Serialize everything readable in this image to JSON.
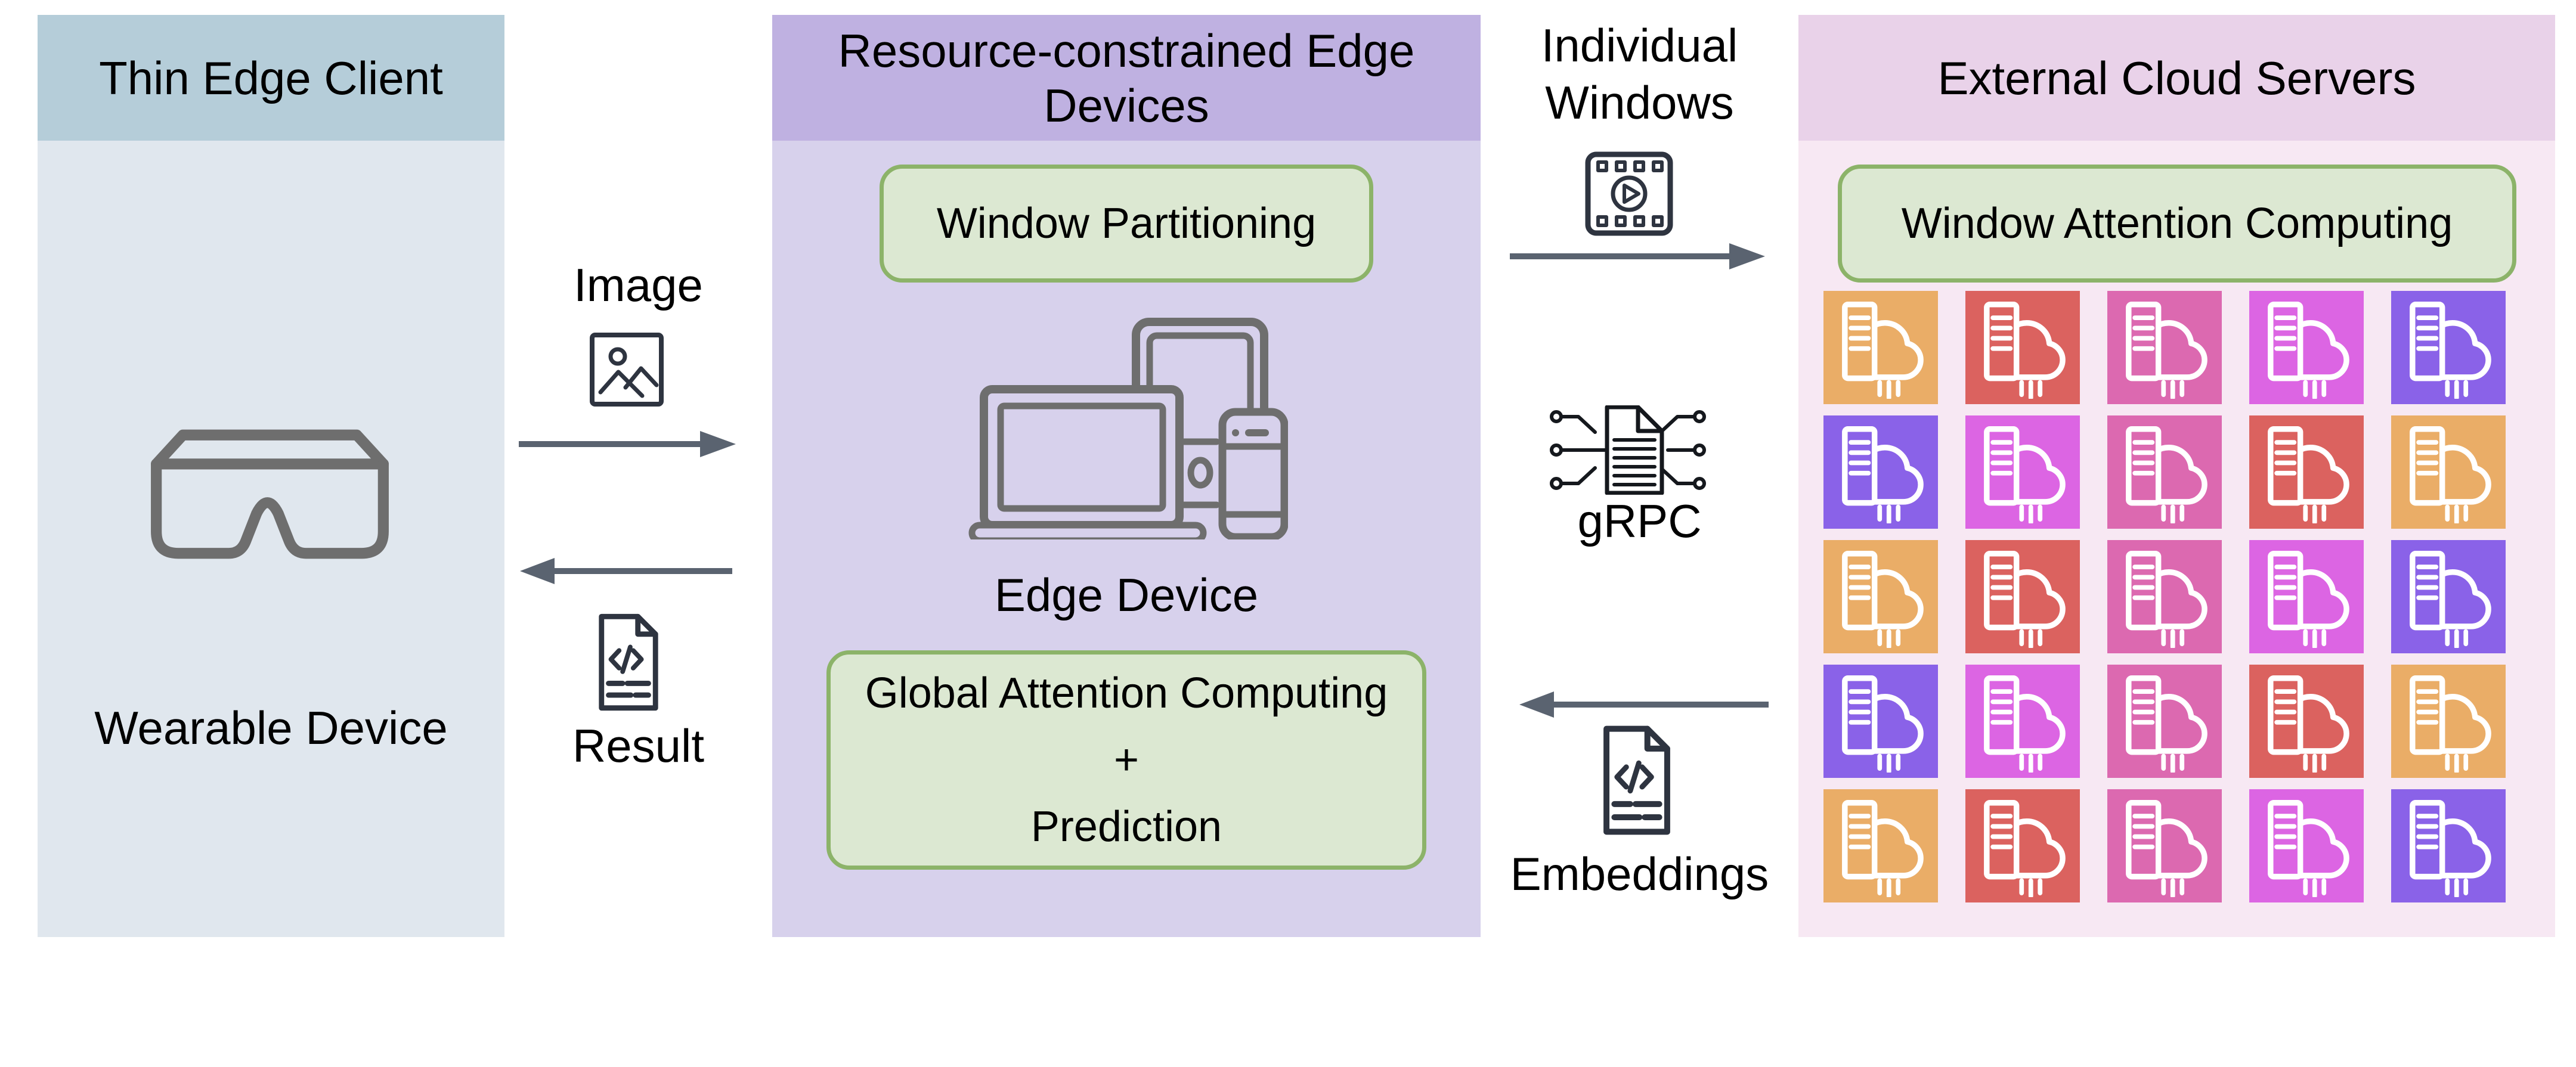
{
  "figure": {
    "panels": {
      "client": {
        "title": "Thin Edge Client",
        "device_label": "Wearable Device",
        "device_icon": "vr-goggles-icon",
        "header_color": "#b5cdd9",
        "body_color": "#e0e7ee"
      },
      "edge": {
        "title_lines": [
          "Resource-constrained Edge",
          "Devices"
        ],
        "partition_box_label": "Window Partitioning",
        "device_label": "Edge Device",
        "device_icon": "laptop-tablet-phone-icon",
        "global_box_lines": [
          "Global Attention Computing",
          "+",
          "Prediction"
        ],
        "header_color": "#bfb1e1",
        "body_color": "#d7d1ec"
      },
      "cloud": {
        "title": "External Cloud Servers",
        "attention_box_label": "Window Attention Computing",
        "server_icon": "cloud-server-icon",
        "header_color": "#e9d2e9",
        "body_color": "#f7e8f3",
        "server_grid": {
          "rows": 5,
          "cols": 5,
          "color_names": [
            [
              "orange",
              "red",
              "pink",
              "magenta",
              "purple"
            ],
            [
              "purple",
              "magenta",
              "pink",
              "red",
              "orange"
            ],
            [
              "orange",
              "red",
              "pink",
              "magenta",
              "purple"
            ],
            [
              "purple",
              "magenta",
              "pink",
              "red",
              "orange"
            ],
            [
              "orange",
              "red",
              "pink",
              "magenta",
              "purple"
            ]
          ],
          "palette": {
            "orange": "#eaad67",
            "red": "#db625f",
            "pink": "#dc69b0",
            "magenta": "#dc65e3",
            "purple": "#8a62e8"
          }
        }
      }
    },
    "flows": {
      "image_label": "Image",
      "image_icon": "picture-icon",
      "result_label": "Result",
      "result_icon": "code-document-icon",
      "individual_windows_lines": [
        "Individual",
        "Windows"
      ],
      "individual_windows_icon": "video-frames-icon",
      "grpc_label": "gRPC",
      "grpc_icon": "circuit-document-icon",
      "embeddings_label": "Embeddings",
      "embeddings_icon": "code-document-icon"
    },
    "style": {
      "green_box_fill": "#dce8d2",
      "green_box_border": "#8cb369",
      "arrow_color": "#5a6370",
      "device_icon_color": "#6e6e6e",
      "doc_icon_color": "#2e3440",
      "grpc_icon_color": "#15181d"
    }
  }
}
